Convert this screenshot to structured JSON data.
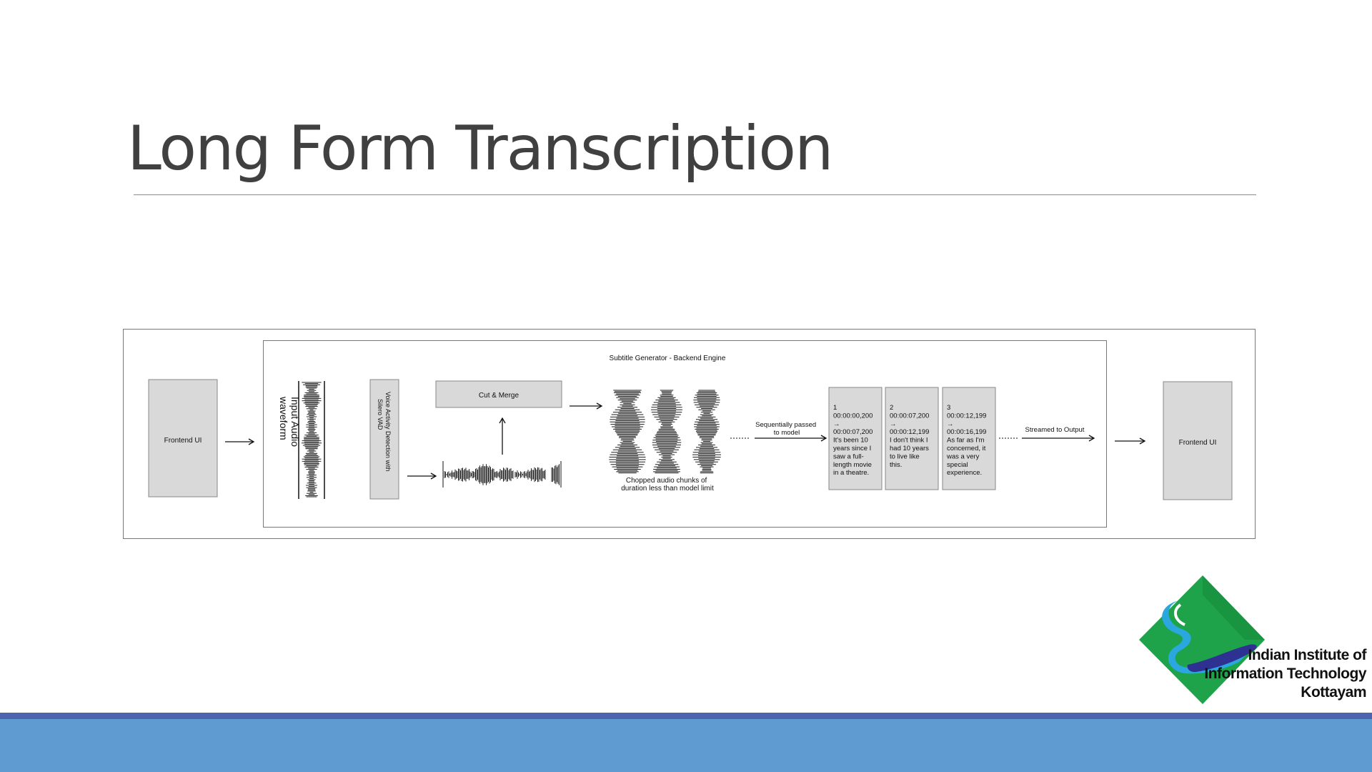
{
  "slide": {
    "title": "Long Form Transcription"
  },
  "diagram": {
    "frontend_left": "Frontend UI",
    "engine_title": "Subtitle Generator - Backend Engine",
    "waveform_label": [
      "Input Audio",
      "waveform"
    ],
    "vad_label": [
      "Voice Activity Detection with",
      "Silero VAD"
    ],
    "cut_merge": "Cut & Merge",
    "chunks_label": [
      "Chopped audio chunks of",
      "duration less than model limit"
    ],
    "sequential_label": [
      "Sequentially passed",
      "to model"
    ],
    "subtitles": [
      {
        "lines": [
          "1",
          "00:00:00,200",
          "→",
          "00:00:07,200",
          "It's been 10",
          "years since I",
          "saw a full-",
          "length movie",
          "in a theatre."
        ]
      },
      {
        "lines": [
          "2",
          "00:00:07,200",
          "→",
          "00:00:12,199",
          "I don't think I",
          "had 10 years",
          "to live like",
          "this."
        ]
      },
      {
        "lines": [
          "3",
          "00:00:12,199",
          "→",
          "00:00:16,199",
          "As far as I'm",
          "concerned, it",
          "was a very",
          "special",
          "experience."
        ]
      }
    ],
    "streamed_label": "Streamed to Output",
    "frontend_right": "Frontend UI"
  },
  "logo": {
    "lines": [
      "Indian Institute of",
      "Information Technology",
      "Kottayam"
    ],
    "colors": {
      "green": "#1fa34a",
      "blue": "#2aa7df",
      "navy": "#2e3192"
    }
  },
  "theme": {
    "title_color": "#404040",
    "footer_stripe": "#4d63ad",
    "footer_bar": "#5f9bd0",
    "box_fill": "#d9d9d9"
  }
}
